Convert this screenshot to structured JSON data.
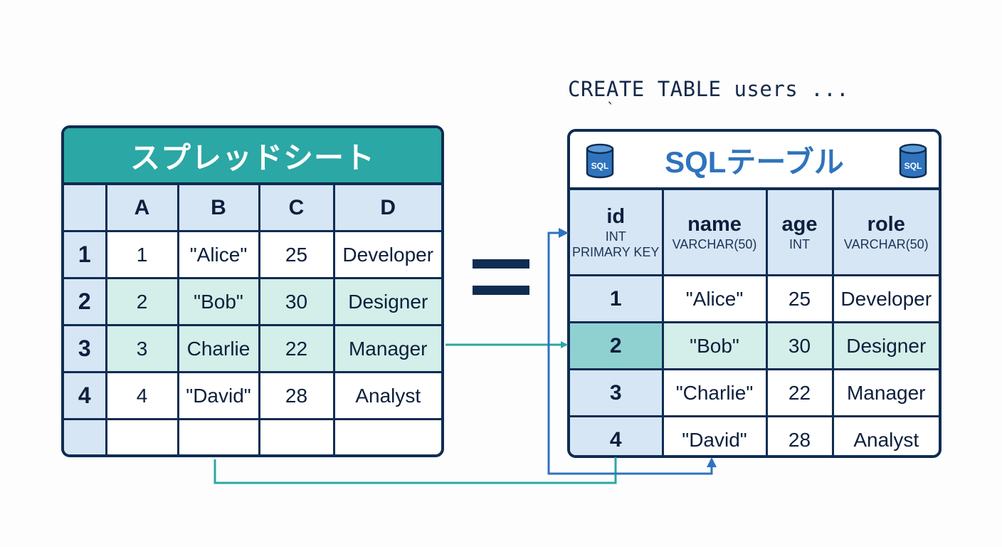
{
  "code_snippet": "CREATE TABLE users ...",
  "code_tick": "`",
  "spreadsheet": {
    "title": "スプレッドシート",
    "column_headers": [
      "A",
      "B",
      "C",
      "D"
    ],
    "rows": [
      {
        "num": "1",
        "cells": [
          "1",
          "\"Alice\"",
          "25",
          "Developer"
        ],
        "highlight": false
      },
      {
        "num": "2",
        "cells": [
          "2",
          "\"Bob\"",
          "30",
          "Designer"
        ],
        "highlight": true
      },
      {
        "num": "3",
        "cells": [
          "3",
          "Charlie",
          "22",
          "Manager"
        ],
        "highlight": true
      },
      {
        "num": "4",
        "cells": [
          "4",
          "\"David\"",
          "28",
          "Analyst"
        ],
        "highlight": false
      },
      {
        "num": "",
        "cells": [
          "",
          "",
          "",
          ""
        ],
        "highlight": false
      }
    ]
  },
  "sql_table": {
    "title": "SQLテーブル",
    "icon_label": "SQL",
    "columns": [
      {
        "name": "id",
        "type": "INT",
        "constraint": "PRIMARY KEY"
      },
      {
        "name": "name",
        "type": "VARCHAR(50)",
        "constraint": ""
      },
      {
        "name": "age",
        "type": "INT",
        "constraint": ""
      },
      {
        "name": "role",
        "type": "VARCHAR(50)",
        "constraint": ""
      }
    ],
    "rows": [
      [
        "1",
        "\"Alice\"",
        "25",
        "Developer"
      ],
      [
        "2",
        "\"Bob\"",
        "30",
        "Designer"
      ],
      [
        "3",
        "\"Charlie\"",
        "22",
        "Manager"
      ],
      [
        "4",
        "\"David\"",
        "28",
        "Analyst"
      ]
    ],
    "highlighted_row": 1
  },
  "colors": {
    "teal": "#2ba7a5",
    "navy": "#0f2c52",
    "blue": "#2f73bd",
    "header_bg": "#d7e6f5",
    "highlight_bg": "#d4eee9"
  }
}
